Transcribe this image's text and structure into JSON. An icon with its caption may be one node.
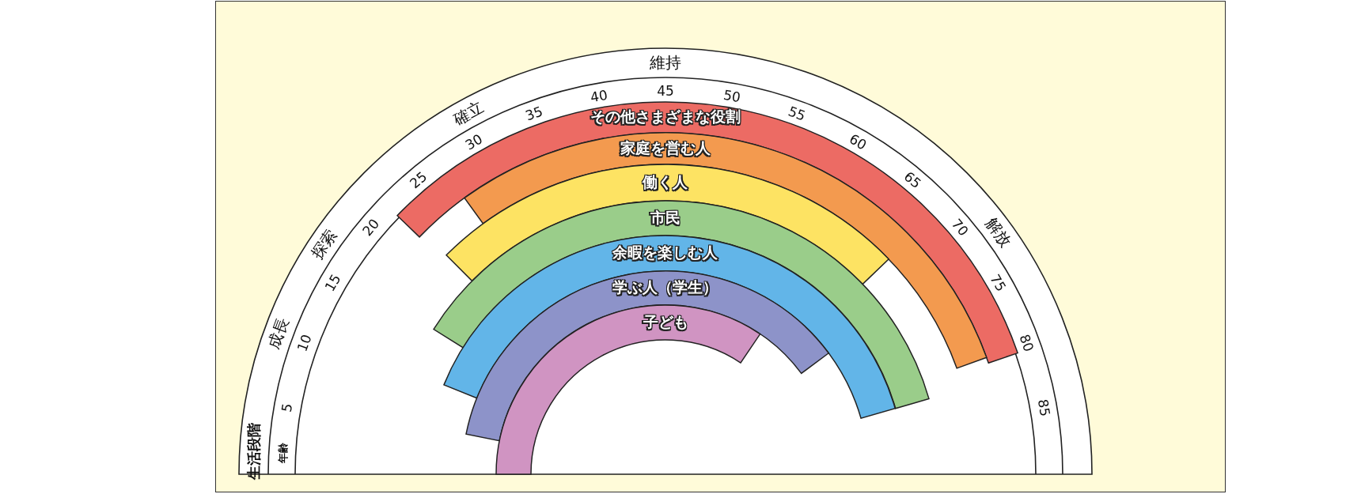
{
  "diagram": {
    "nodes": [
      {
        "text": [
          "その他さまざまな役割"
        ]
      },
      {
        "text": [
          "家庭を営む人"
        ]
      },
      {
        "text": [
          "働く人"
        ]
      },
      {
        "text": [
          "市民"
        ]
      },
      {
        "text": [
          "余暇を楽しむ人"
        ]
      },
      {
        "text": [
          "学ぶ人（学生）"
        ]
      },
      {
        "text": [
          "子ども"
        ]
      }
    ],
    "labels": [
      "維持",
      "確立",
      "探索",
      "成長",
      "生活段階",
      "解放",
      "年齢",
      "5",
      "10",
      "15",
      "20",
      "25",
      "30",
      "35",
      "40",
      "45",
      "50",
      "55",
      "60",
      "65",
      "70",
      "75",
      "80",
      "85"
    ]
  }
}
